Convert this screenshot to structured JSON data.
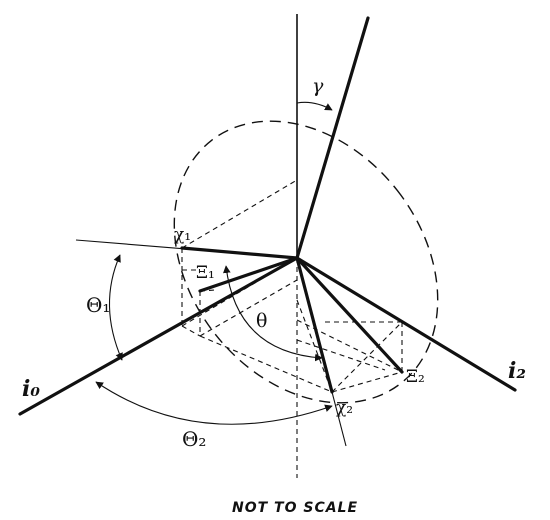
{
  "labels": {
    "chi1": "χ₁",
    "xi1": "Ξ₁",
    "theta": "θ",
    "Theta1": "Θ₁",
    "Theta2": "Θ₂",
    "gamma": "γ",
    "chi2": "χ₂",
    "xi2": "Ξ₂",
    "i0": "i₀",
    "i2": "i₂"
  },
  "caption": "NOT TO SCALE",
  "colors": {
    "ink": "#111111",
    "background": "#ffffff"
  }
}
